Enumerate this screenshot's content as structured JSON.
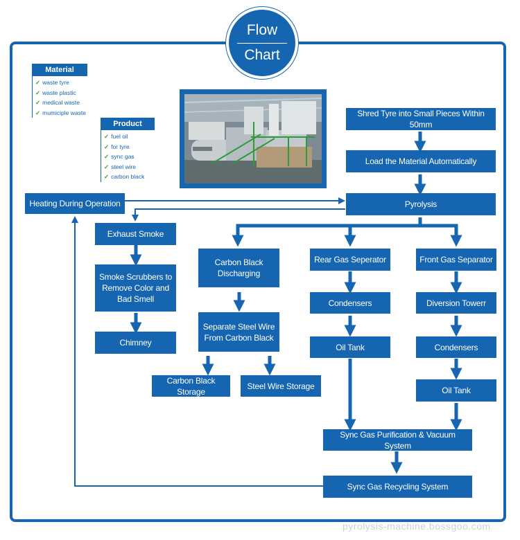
{
  "title": {
    "line1": "Flow",
    "line2": "Chart"
  },
  "material": {
    "heading": "Material",
    "items": [
      "waste tyre",
      "waste plastic",
      "medical waste",
      "mumiciple waste"
    ]
  },
  "product": {
    "heading": "Product",
    "items": [
      "fuel oil",
      "for tyre",
      "sync gas",
      "steel wire",
      "carbon black"
    ]
  },
  "boxes": {
    "shred": "Shred Tyre into Small Pieces Within 50mm",
    "load": "Load the Material Automatically",
    "pyrolysis": "Pyrolysis",
    "heating": "Heating During Operation",
    "exhaust": "Exhaust Smoke",
    "scrubbers": "Smoke Scrubbers to Remove Color and Bad Smell",
    "chimney": "Chimney",
    "carbon_discharge": "Carbon Black Discharging",
    "separate_wire": "Separate Steel Wire From Carbon Black",
    "carbon_storage": "Carbon Black Storage",
    "wire_storage": "Steel Wire Storage",
    "rear_gas": "Rear Gas Seperator",
    "condensers_rear": "Condensers",
    "oil_tank_rear": "Oil Tank",
    "front_gas": "Front  Gas Separator",
    "diversion": "Diversion Towerr",
    "condensers_front": "Condensers",
    "oil_tank_front": "Oil Tank",
    "purification": "Sync Gas Purification & Vacuum System",
    "recycling": "Sync Gas Recycling System"
  },
  "watermark": "pyrolysis-machine.bossgoo.com",
  "colors": {
    "brand_blue": "#1565b0",
    "check_green": "#2e9a3a"
  },
  "icons": {
    "check": "checkmark-icon",
    "photo": "pyrolysis-plant-photo"
  }
}
